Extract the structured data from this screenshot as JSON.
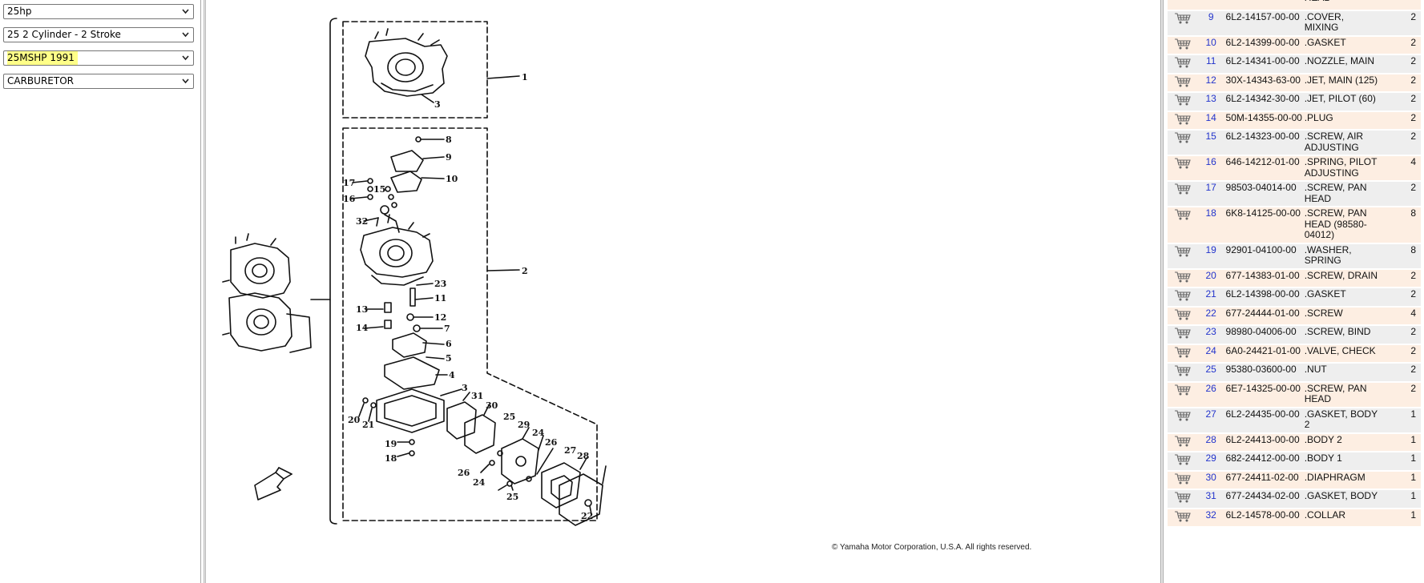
{
  "selectors": [
    {
      "value": "25hp"
    },
    {
      "value": "25 2 Cylinder - 2 Stroke"
    },
    {
      "value": "25MSHP 1991",
      "highlighted": true
    },
    {
      "value": "CARBURETOR"
    }
  ],
  "diagram": {
    "callouts": [
      "1",
      "2",
      "3",
      "3",
      "4",
      "5",
      "6",
      "7",
      "8",
      "9",
      "10",
      "11",
      "12",
      "13",
      "14",
      "15",
      "16",
      "17",
      "18",
      "19",
      "20",
      "21",
      "22",
      "23",
      "24",
      "24",
      "25",
      "25",
      "26",
      "26",
      "27",
      "28",
      "29",
      "30",
      "31",
      "32"
    ],
    "copyright": "© Yamaha Motor Corporation, U.S.A. All rights reserved."
  },
  "parts": {
    "rows": [
      {
        "num": "",
        "part": "",
        "desc": "HEAD",
        "qty": ""
      },
      {
        "num": "9",
        "part": "6L2-14157-00-00",
        "desc": ".COVER, MIXING",
        "qty": "2"
      },
      {
        "num": "10",
        "part": "6L2-14399-00-00",
        "desc": ".GASKET",
        "qty": "2"
      },
      {
        "num": "11",
        "part": "6L2-14341-00-00",
        "desc": ".NOZZLE, MAIN",
        "qty": "2"
      },
      {
        "num": "12",
        "part": "30X-14343-63-00",
        "desc": ".JET, MAIN (125)",
        "qty": "2"
      },
      {
        "num": "13",
        "part": "6L2-14342-30-00",
        "desc": ".JET, PILOT (60)",
        "qty": "2"
      },
      {
        "num": "14",
        "part": "50M-14355-00-00",
        "desc": ".PLUG",
        "qty": "2"
      },
      {
        "num": "15",
        "part": "6L2-14323-00-00",
        "desc": ".SCREW, AIR ADJUSTING",
        "qty": "2"
      },
      {
        "num": "16",
        "part": "646-14212-01-00",
        "desc": ".SPRING, PILOT ADJUSTING",
        "qty": "4"
      },
      {
        "num": "17",
        "part": "98503-04014-00",
        "desc": ".SCREW, PAN HEAD",
        "qty": "2"
      },
      {
        "num": "18",
        "part": "6K8-14125-00-00",
        "desc": ".SCREW, PAN HEAD (98580-04012)",
        "qty": "8"
      },
      {
        "num": "19",
        "part": "92901-04100-00",
        "desc": ".WASHER, SPRING",
        "qty": "8"
      },
      {
        "num": "20",
        "part": "677-14383-01-00",
        "desc": ".SCREW, DRAIN",
        "qty": "2"
      },
      {
        "num": "21",
        "part": "6L2-14398-00-00",
        "desc": ".GASKET",
        "qty": "2"
      },
      {
        "num": "22",
        "part": "677-24444-01-00",
        "desc": ".SCREW",
        "qty": "4"
      },
      {
        "num": "23",
        "part": "98980-04006-00",
        "desc": ".SCREW, BIND",
        "qty": "2"
      },
      {
        "num": "24",
        "part": "6A0-24421-01-00",
        "desc": ".VALVE, CHECK",
        "qty": "2"
      },
      {
        "num": "25",
        "part": "95380-03600-00",
        "desc": ".NUT",
        "qty": "2"
      },
      {
        "num": "26",
        "part": "6E7-14325-00-00",
        "desc": ".SCREW, PAN HEAD",
        "qty": "2"
      },
      {
        "num": "27",
        "part": "6L2-24435-00-00",
        "desc": ".GASKET, BODY 2",
        "qty": "1"
      },
      {
        "num": "28",
        "part": "6L2-24413-00-00",
        "desc": ".BODY 2",
        "qty": "1"
      },
      {
        "num": "29",
        "part": "682-24412-00-00",
        "desc": ".BODY 1",
        "qty": "1"
      },
      {
        "num": "30",
        "part": "677-24411-02-00",
        "desc": ".DIAPHRAGM",
        "qty": "1"
      },
      {
        "num": "31",
        "part": "677-24434-02-00",
        "desc": ".GASKET, BODY",
        "qty": "1"
      },
      {
        "num": "32",
        "part": "6L2-14578-00-00",
        "desc": ".COLLAR",
        "qty": "1"
      }
    ]
  },
  "icons": {
    "cart": "shopping-cart-icon",
    "dropdown": "chevron-down-icon"
  },
  "colors": {
    "row_odd": "#fdeee2",
    "row_even": "#eeeeee",
    "ref_link": "#2233cc",
    "highlight": "#ffff88"
  }
}
